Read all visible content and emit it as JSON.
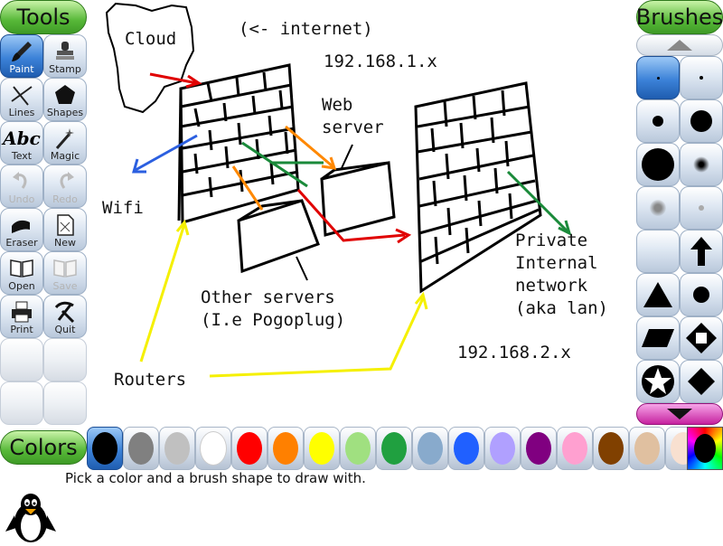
{
  "tools_panel": {
    "title": "Tools",
    "buttons": [
      {
        "label": "Paint",
        "icon": "paintbrush-icon"
      },
      {
        "label": "Stamp",
        "icon": "stamp-icon"
      },
      {
        "label": "Lines",
        "icon": "lines-icon"
      },
      {
        "label": "Shapes",
        "icon": "pentagon-icon"
      },
      {
        "label": "Text",
        "icon": "text-abc-icon"
      },
      {
        "label": "Magic",
        "icon": "magic-wand-icon"
      },
      {
        "label": "Undo",
        "icon": "undo-icon"
      },
      {
        "label": "Redo",
        "icon": "redo-icon"
      },
      {
        "label": "Eraser",
        "icon": "eraser-icon"
      },
      {
        "label": "New",
        "icon": "new-page-icon"
      },
      {
        "label": "Open",
        "icon": "open-book-icon"
      },
      {
        "label": "Save",
        "icon": "save-icon"
      },
      {
        "label": "Print",
        "icon": "printer-icon"
      },
      {
        "label": "Quit",
        "icon": "quit-icon"
      }
    ]
  },
  "brushes_panel": {
    "title": "Brushes",
    "brushes": [
      "tiny-dot",
      "tiny-dot",
      "small-circle",
      "medium-circle",
      "large-circle",
      "fuzzy-dot",
      "faded-circle",
      "faded-dot",
      "blank",
      "up-arrow",
      "triangle",
      "dot",
      "parallelogram",
      "diamond-outline",
      "star",
      "diamond"
    ]
  },
  "colors_panel": {
    "title": "Colors",
    "swatches": [
      "#000000",
      "#808080",
      "#c0c0c0",
      "#ffffff",
      "#ff0000",
      "#ff8000",
      "#ffff00",
      "#a0e080",
      "#20a040",
      "#88aacc",
      "#2060ff",
      "#b0a0ff",
      "#800080",
      "#ffa0d0",
      "#804000",
      "#e0c0a0",
      "#f8e0d0"
    ]
  },
  "canvas": {
    "annotations": {
      "cloud": "Cloud",
      "internet": "(<- internet)",
      "net1": "192.168.1.x",
      "web_server": "Web\nserver",
      "wifi": "Wifi",
      "other_servers": "Other servers\n(I.e Pogoplug)",
      "private_network": "Private\nInternal\nnetwork\n(aka lan)",
      "net2": "192.168.2.x",
      "routers": "Routers"
    }
  },
  "status_text": "Pick a color and a brush shape to draw with."
}
